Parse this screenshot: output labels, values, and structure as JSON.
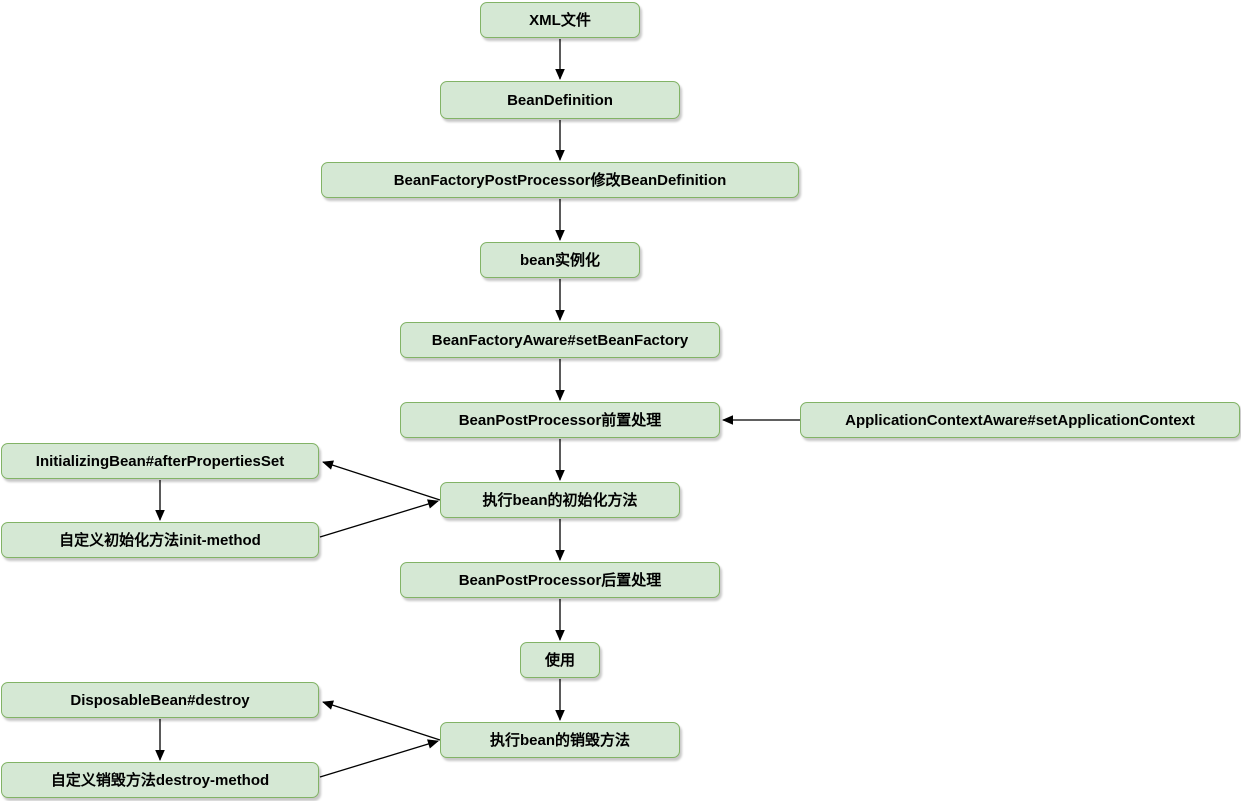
{
  "colors": {
    "node_fill": "#d5e8d4",
    "node_border": "#82b366",
    "node_text": "#000000",
    "arrow": "#000000",
    "background": "#ffffff"
  },
  "nodes": {
    "xml_file": "XML文件",
    "bean_definition": "BeanDefinition",
    "bean_factory_post_processor": "BeanFactoryPostProcessor修改BeanDefinition",
    "bean_instantiation": "bean实例化",
    "bean_factory_aware": "BeanFactoryAware#setBeanFactory",
    "bean_post_processor_before": "BeanPostProcessor前置处理",
    "application_context_aware": "ApplicationContextAware#setApplicationContext",
    "initializing_bean": "InitializingBean#afterPropertiesSet",
    "exec_init_method": "执行bean的初始化方法",
    "custom_init_method": "自定义初始化方法init-method",
    "bean_post_processor_after": "BeanPostProcessor后置处理",
    "use": "使用",
    "disposable_bean": "DisposableBean#destroy",
    "exec_destroy_method": "执行bean的销毁方法",
    "custom_destroy_method": "自定义销毁方法destroy-method"
  }
}
